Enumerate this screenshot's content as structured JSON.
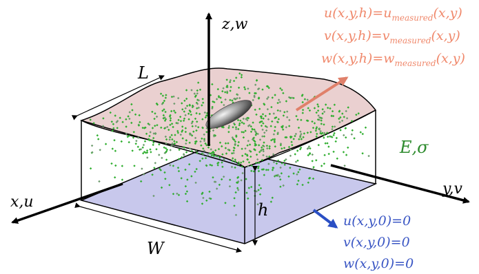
{
  "axes": {
    "x": "x,u",
    "y": "y,v",
    "z": "z,w"
  },
  "dimensions": {
    "length": "L",
    "width": "W",
    "height": "h"
  },
  "material": {
    "label": "E,σ",
    "color": "#2e8b2e"
  },
  "top_boundary": {
    "color": "#f0896c",
    "conditions": [
      {
        "lhs": "u(x,y,h)=u",
        "sub": "measured",
        "rhs": "(x,y)"
      },
      {
        "lhs": "v(x,y,h)=v",
        "sub": "measured",
        "rhs": "(x,y)"
      },
      {
        "lhs": "w(x,y,h)=w",
        "sub": "measured",
        "rhs": "(x,y)"
      }
    ]
  },
  "bottom_boundary": {
    "color": "#3a56c4",
    "conditions": [
      "u(x,y,0)=0",
      "v(x,y,0)=0",
      "w(x,y,0)=0"
    ]
  },
  "colors": {
    "top_surface": "#e8c4c4",
    "bottom_surface": "#c4c4e8",
    "particles": "#2fae2f",
    "axis": "#000000"
  }
}
